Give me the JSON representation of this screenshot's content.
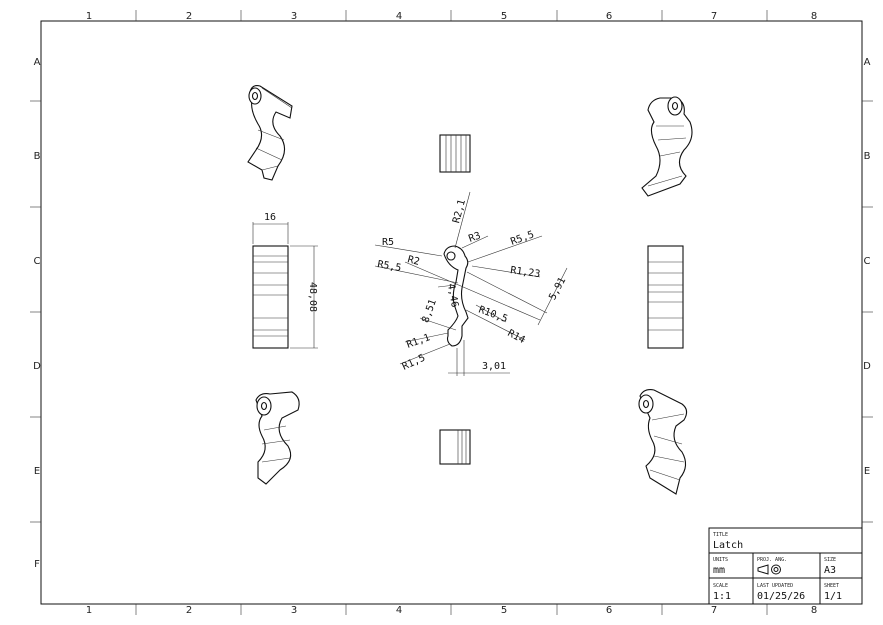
{
  "sheet": {
    "columns": [
      "1",
      "2",
      "3",
      "4",
      "5",
      "6",
      "7",
      "8"
    ],
    "rows": [
      "A",
      "B",
      "C",
      "D",
      "E",
      "F"
    ]
  },
  "dimensions": {
    "front_width": "16",
    "front_height": "48,08",
    "r2_1": "R2,1",
    "r5": "R5",
    "r3": "R3",
    "r5_5_right": "R5,5",
    "r5_5_left": "R5,5",
    "r2": "R2",
    "r1_23": "R1,23",
    "d5_91": "5,91",
    "d4_46": "4,46",
    "d8_51": "8,51",
    "r10_5": "R10,5",
    "r14": "R14",
    "r1_1": "R1,1",
    "r1_5": "R1,5",
    "d3_01": "3,01"
  },
  "title_block": {
    "title_label": "TITLE",
    "title": "Latch",
    "units_label": "UNITS",
    "units": "mm",
    "proj_label": "PROJ. ANG.",
    "proj_icon": "third-angle-projection-icon",
    "size_label": "SIZE",
    "size": "A3",
    "scale_label": "SCALE",
    "scale": "1:1",
    "updated_label": "LAST UPDATED",
    "updated": "01/25/26",
    "sheet_label": "SHEET",
    "sheet": "1/1"
  }
}
